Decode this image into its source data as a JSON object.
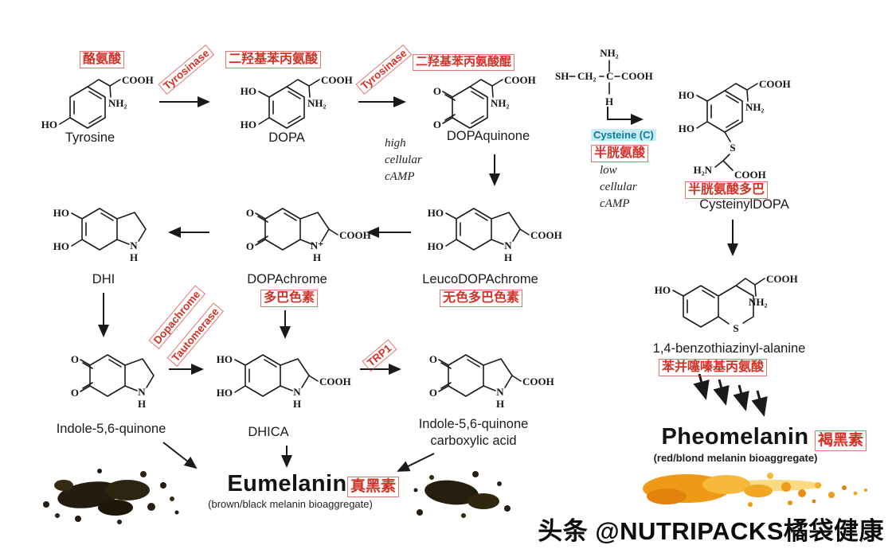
{
  "watermark": "头条 @NUTRIPACKS橘袋健康",
  "colors": {
    "annotation_red": "#d23227",
    "cysteine_highlight": "#c8ecf4",
    "eumelanin_ink": "#241c10",
    "pheomelanin_ink": "#ef9a16"
  },
  "chem": {
    "cooh": "COOH",
    "nh2": "NH₂",
    "h2n": "H₂N",
    "ho": "HO",
    "o": "O",
    "n": "N",
    "nplus": "N⁺",
    "h": "H",
    "s": "S",
    "sh": "SH",
    "ch2": "CH₂",
    "c": "C"
  },
  "labels": {
    "tyrosine": {
      "en": "Tyrosine",
      "zh": "酪氨酸"
    },
    "dopa": {
      "en": "DOPA",
      "zh": "二羟基苯丙氨酸"
    },
    "dopaquinone": {
      "en": "DOPAquinone",
      "zh": "二羟基苯丙氨酸醌"
    },
    "cysteine": {
      "en": "Cysteine (C)",
      "zh": "半胱氨酸"
    },
    "cysteinyldopa": {
      "en": "CysteinylDOPA",
      "zh": "半胱氨酸多巴"
    },
    "leucodopachrome": {
      "en": "LeucoDOPAchrome",
      "zh": "无色多巴色素"
    },
    "dopachrome": {
      "en": "DOPAchrome",
      "zh": "多巴色素"
    },
    "dhi": {
      "en": "DHI"
    },
    "indolequinone": {
      "en": "Indole-5,6-quinone"
    },
    "dhica": {
      "en": "DHICA"
    },
    "indolequinone_ca_line1": "Indole-5,6-quinone",
    "indolequinone_ca_line2": "carboxylic acid",
    "benzothiazinyl": {
      "en": "1,4-benzothiazinyl-alanine",
      "zh": "苯并噻嗪基丙氨酸"
    },
    "eumelanin": {
      "en": "Eumelanin",
      "zh": "真黑素",
      "sub": "(brown/black melanin bioaggregate)"
    },
    "pheomelanin": {
      "en": "Pheomelanin",
      "zh": "褐黑素",
      "sub": "(red/blond melanin bioaggregate)"
    }
  },
  "enzymes": {
    "tyrosinase_1": "Tyrosinase",
    "tyrosinase_2": "Tyrosinase",
    "dopachrome_tautomerase_line1": "Dopachrome",
    "dopachrome_tautomerase_line2": "Tautomerase",
    "trp": "TRP1"
  },
  "conditions": {
    "high_camp": "high\ncellular\ncAMP",
    "low_camp": "low\ncellular\ncAMP"
  }
}
